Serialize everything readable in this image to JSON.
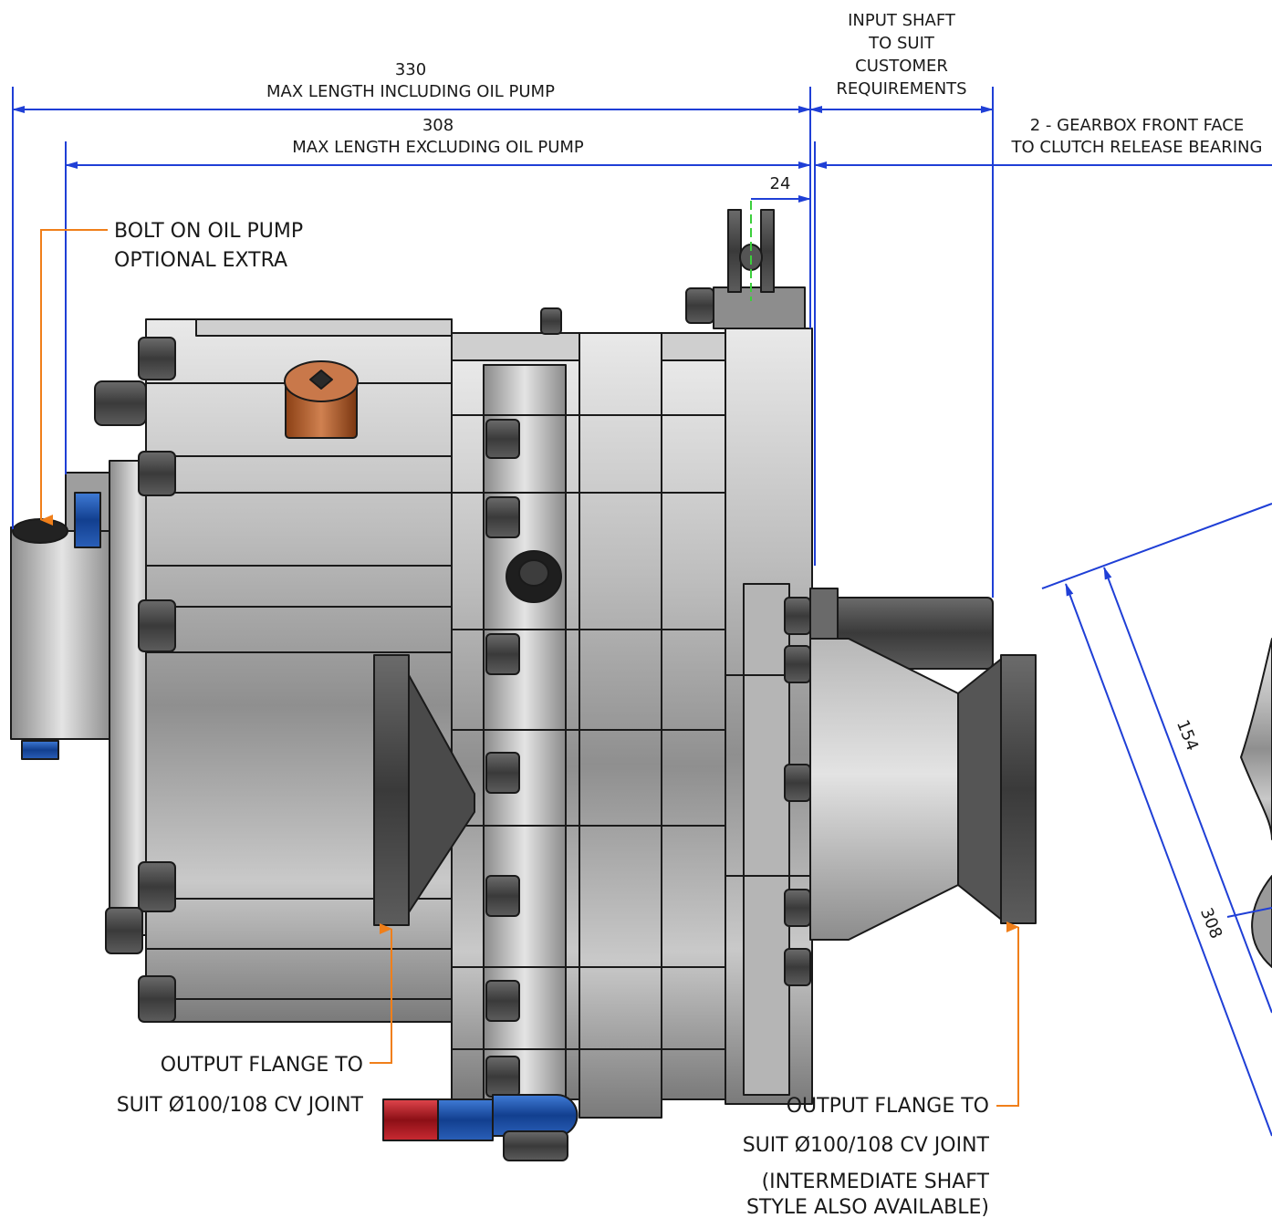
{
  "dimensions": {
    "max_incl_value": "330",
    "max_incl_label": "MAX LENGTH INCLUDING OIL PUMP",
    "max_excl_value": "308",
    "max_excl_label": "MAX LENGTH EXCLUDING OIL PUMP",
    "small_value": "24",
    "input_shaft_lines": [
      "INPUT SHAFT",
      "TO SUIT",
      "CUSTOMER",
      "REQUIREMENTS"
    ],
    "front_face_lines": [
      "2 - GEARBOX FRONT FACE",
      "TO CLUTCH RELEASE BEARING"
    ],
    "side_154": "154",
    "side_308": "308"
  },
  "callouts": {
    "oil_pump_lines": [
      "BOLT ON OIL PUMP",
      "OPTIONAL EXTRA"
    ],
    "flange_left_lines": [
      "OUTPUT FLANGE TO",
      "SUIT Ø100/108 CV JOINT"
    ],
    "flange_right_lines": [
      "OUTPUT FLANGE TO",
      "SUIT Ø100/108 CV JOINT",
      "(INTERMEDIATE SHAFT",
      "STYLE ALSO AVAILABLE)"
    ]
  },
  "colors": {
    "dimension": "#1f3fd6",
    "leader": "#f07f1a",
    "centerline": "#3ccf3c",
    "metal_dark": "#3b3b3b",
    "metal_light": "#d9d9d9",
    "cap_orange": "#b8622a",
    "fitting_blue": "#1b4fa8",
    "fitting_red": "#b5161f"
  }
}
